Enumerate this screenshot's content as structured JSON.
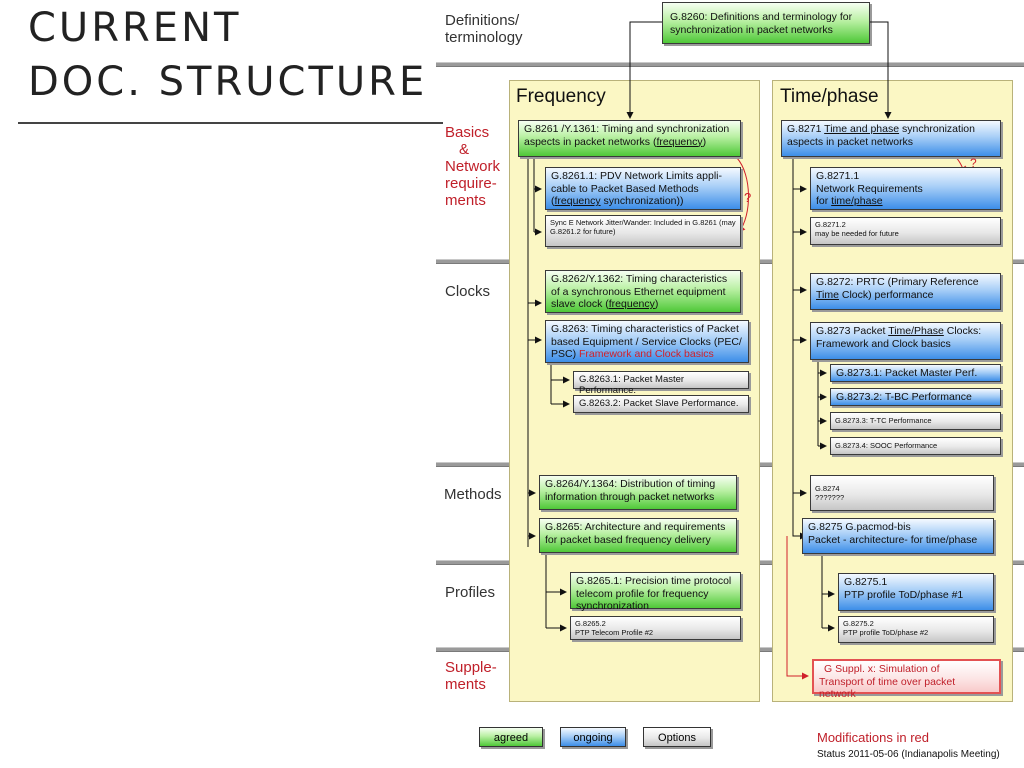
{
  "slide": {
    "title_line1": "CURRENT",
    "title_line2": "DOC. STRUCTURE"
  },
  "defs": {
    "label_line1": "Definitions/",
    "label_line2": "terminology",
    "box": "G.8260: Definitions and terminology for synchronization in packet networks"
  },
  "columns": {
    "frequency": "Frequency",
    "time_phase": "Time/phase"
  },
  "rows": {
    "basics_lines": [
      "Basics",
      "&",
      "Network",
      "require-",
      "ments"
    ],
    "clocks": "Clocks",
    "methods": "Methods",
    "profiles": "Profiles",
    "supplements_lines": [
      "Supple-",
      "ments"
    ]
  },
  "freq": {
    "g8261": {
      "text": "G.8261 /Y.1361: Timing and synchronization aspects in packet networks (",
      "u": "frequency",
      "end": ")"
    },
    "g8261_1": {
      "line1": "G.8261.1: PDV Network Limits appli-",
      "line2": "cable to Packet Based Methods",
      "u": "frequency",
      "end": " synchronization))"
    },
    "synce": {
      "text": "Sync E Network Jitter/Wander: Included in G.8261 (may G.8261.2 for future)"
    },
    "g8262": {
      "text": "G.8262/Y.1362: Timing characteristics of a synchronous Ethernet equipment slave clock (",
      "u": "frequency",
      "end": ")"
    },
    "g8263": {
      "text": "G.8263: Timing characteristics of Packet based Equipment / Service Clocks (PEC/ PSC) ",
      "red": "Framework and Clock basics"
    },
    "g8263_1": {
      "text": "G.8263.1: Packet Master Performance."
    },
    "g8263_2": {
      "text": "G.8263.2: Packet Slave Performance."
    },
    "g8264": {
      "text": "G.8264/Y.1364: Distribution of timing information through packet networks"
    },
    "g8265": {
      "text": "G.8265: Architecture and requirements for packet based frequency delivery"
    },
    "g8265_1": {
      "text": "G.8265.1: Precision time protocol telecom profile for frequency synchronization"
    },
    "g8265_2": {
      "line1": "G.8265.2",
      "line2": "PTP Telecom Profile #2"
    },
    "qmark1": "?",
    "qmark2": "?"
  },
  "time": {
    "g8271": {
      "pre": "G.8271 ",
      "u": "Time and phase",
      "post": " synchronization aspects in packet networks"
    },
    "g8271_1": {
      "line1": "G.8271.1",
      "line2": "Network Requirements",
      "pre3": "for ",
      "u": "time/phase"
    },
    "g8271_2": {
      "line1": "G.8271.2",
      "line2": "may be needed  for future"
    },
    "g8272": {
      "text": "G.8272: PRTC (Primary Reference ",
      "u": "Time",
      "end": " Clock) performance"
    },
    "g8273": {
      "pre": "G.8273 Packet ",
      "u": "Time/Phase",
      "post": " Clocks: Framework and Clock basics"
    },
    "g8273_1": {
      "text": "G.8273.1: Packet Master Perf."
    },
    "g8273_2": {
      "text": "G.8273.2: T-BC Performance"
    },
    "g8273_3": {
      "text": "G.8273.3: T-TC Performance"
    },
    "g8273_4": {
      "text": "G.8273.4: SOOC Performance"
    },
    "g8274": {
      "line1": "G.8274",
      "line2": "???????"
    },
    "g8275": {
      "line1": "G.8275 G.pacmod-bis",
      "line2": "Packet - architecture- for time/phase"
    },
    "g8275_1": {
      "line1": "G.8275.1",
      "line2": "PTP profile ToD/phase #1"
    },
    "g8275_2": {
      "line1": "G.8275.2",
      "line2": "PTP profile ToD/phase #2"
    },
    "suppl": {
      "line1": "G Suppl. x: Simulation of",
      "line2": "Transport of time over packet network"
    },
    "qmark": "?"
  },
  "legend": {
    "agreed": "agreed",
    "ongoing": "ongoing",
    "options": "Options"
  },
  "notes": {
    "modifications": "Modifications in red",
    "status": "Status 2011-05-06  (Indianapolis Meeting)"
  },
  "colors": {
    "agreed": "#4fc838",
    "ongoing": "#3d8ee8",
    "options": "#c6c6c6",
    "modification": "#c0202a",
    "column_bg": "#fbf7c4"
  }
}
